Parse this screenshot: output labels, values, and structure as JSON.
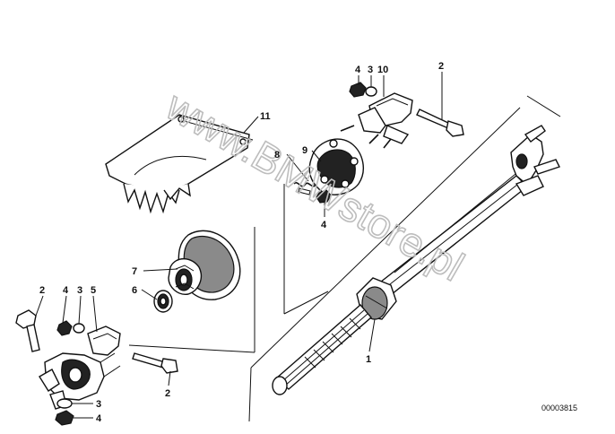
{
  "diagram": {
    "part_code": "00003815",
    "watermark": "www.BMWstore.pl",
    "callouts": {
      "c1": "1",
      "c2_top": "2",
      "c2_left": "2",
      "c2_bottom": "2",
      "c3_top": "3",
      "c3_left": "3",
      "c3_bottom": "3",
      "c4_top": "4",
      "c4_mid": "4",
      "c4_left": "4",
      "c4_bottom": "4",
      "c5": "5",
      "c6": "6",
      "c7": "7",
      "c8": "8",
      "c9": "9",
      "c10": "10",
      "c11": "11"
    }
  }
}
